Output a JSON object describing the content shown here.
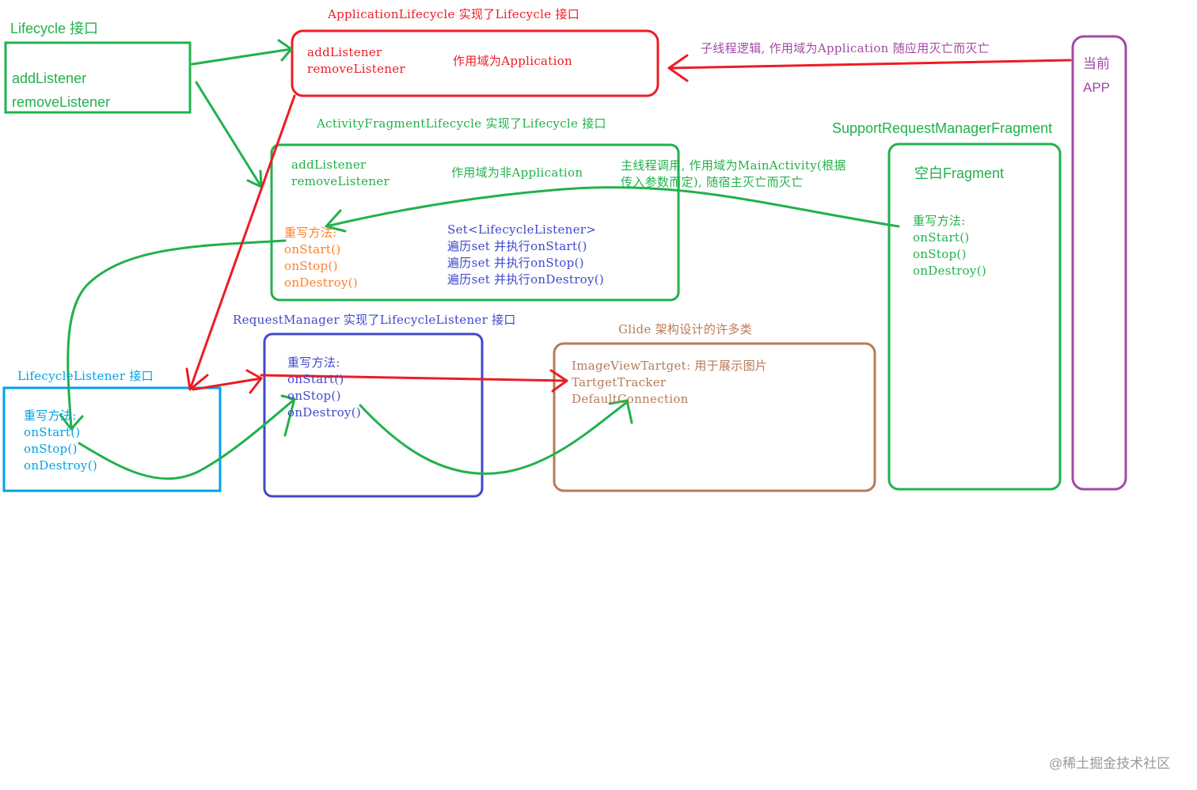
{
  "colors": {
    "green": "#22b14c",
    "red": "#ed1c24",
    "orange": "#ff7f27",
    "blue": "#3f48cc",
    "cyan": "#00a2e8",
    "brown": "#b97a57",
    "purple": "#a349a4"
  },
  "lifecycle": {
    "title": "Lifecycle 接口",
    "methods": [
      "addListener",
      "removeListener"
    ]
  },
  "application_lifecycle": {
    "title": "ApplicationLifecycle 实现了Lifecycle 接口",
    "methods": [
      "addListener",
      "removeListener"
    ],
    "scope": "作用域为Application"
  },
  "sub_thread_note": "子线程逻辑, 作用域为Application 随应用灭亡而灭亡",
  "current_app": {
    "line1": "当前",
    "line2": "APP"
  },
  "activity_fragment_lifecycle": {
    "title": "ActivityFragmentLifecycle 实现了Lifecycle 接口",
    "methods": [
      "addListener",
      "removeListener"
    ],
    "scope": "作用域为非Application",
    "override_title": "重写方法:",
    "overrides": [
      "onStart()",
      "onStop()",
      "onDestroy()"
    ],
    "set_lines": [
      "Set<LifecycleListener>",
      "遍历set 并执行onStart()",
      "遍历set 并执行onStop()",
      "遍历set 并执行onDestroy()"
    ]
  },
  "main_thread_note": {
    "line1": "主线程调用, 作用域为MainActivity(根据",
    "line2": "传入参数而定), 随宿主灭亡而灭亡"
  },
  "support_fragment": {
    "title": "SupportRequestManagerFragment",
    "label": "空白Fragment",
    "override_title": "重写方法:",
    "overrides": [
      "onStart()",
      "onStop()",
      "onDestroy()"
    ]
  },
  "request_manager": {
    "title": "RequestManager 实现了LifecycleListener 接口",
    "override_title": "重写方法:",
    "overrides": [
      "onStart()",
      "onStop()",
      "onDestroy()"
    ]
  },
  "lifecycle_listener": {
    "title": "LifecycleListener 接口",
    "override_title": "重写方法:",
    "overrides": [
      "onStart()",
      "onStop()",
      "onDestroy()"
    ]
  },
  "glide_classes": {
    "title": "Glide 架构设计的许多类",
    "items": [
      "ImageViewTartget: 用于展示图片",
      "TartgetTracker",
      "DefaultConnection"
    ]
  },
  "watermark": "@稀土掘金技术社区"
}
